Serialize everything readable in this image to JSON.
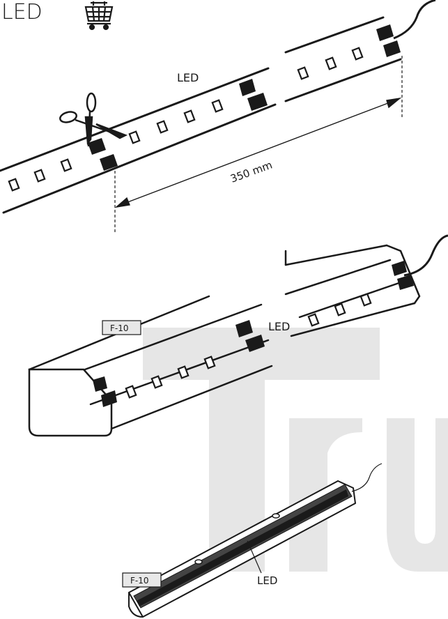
{
  "header": {
    "title": "LED",
    "cart_icon": "shopping-cart-icon"
  },
  "colors": {
    "line": "#1a1a1a",
    "pad": "#1a1a1a",
    "watermark": "#e6e6e6",
    "tag_fill": "#e8e8e8"
  },
  "diagram_1": {
    "led_label": "LED",
    "dimension_label": "350 mm",
    "tool_icon": "scissors-icon"
  },
  "diagram_2": {
    "profile_tag": "F-10",
    "led_label": "LED"
  },
  "diagram_3": {
    "profile_tag": "F-10",
    "led_label": "LED"
  }
}
